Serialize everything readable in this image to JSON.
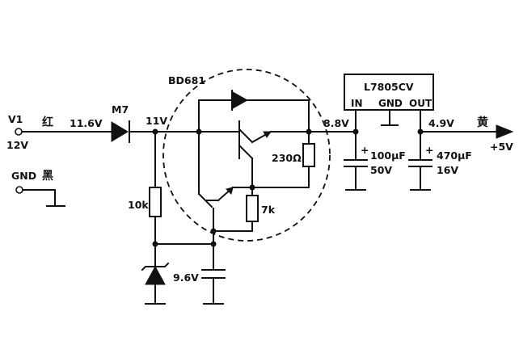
{
  "input": {
    "name": "V1",
    "voltage": "12V",
    "color": "红"
  },
  "ground": {
    "name": "GND",
    "color": "黑"
  },
  "diode_m7": {
    "label": "M7",
    "v_before": "11.6V",
    "v_after": "11V"
  },
  "darlington": {
    "label": "BD681"
  },
  "resistors": {
    "r1": "10k",
    "r2": "7k",
    "r3": "230Ω"
  },
  "zener": {
    "voltage": "9.6V"
  },
  "regulator": {
    "name": "L7805CV",
    "pin_in": "IN",
    "pin_gnd": "GND",
    "pin_out": "OUT",
    "v_in": "8.8V",
    "v_out": "4.9V"
  },
  "caps": {
    "c_in_value": "100μF",
    "c_in_voltage": "50V",
    "c_out_value": "470μF",
    "c_out_voltage": "16V"
  },
  "output": {
    "color": "黄",
    "voltage": "+5V"
  }
}
